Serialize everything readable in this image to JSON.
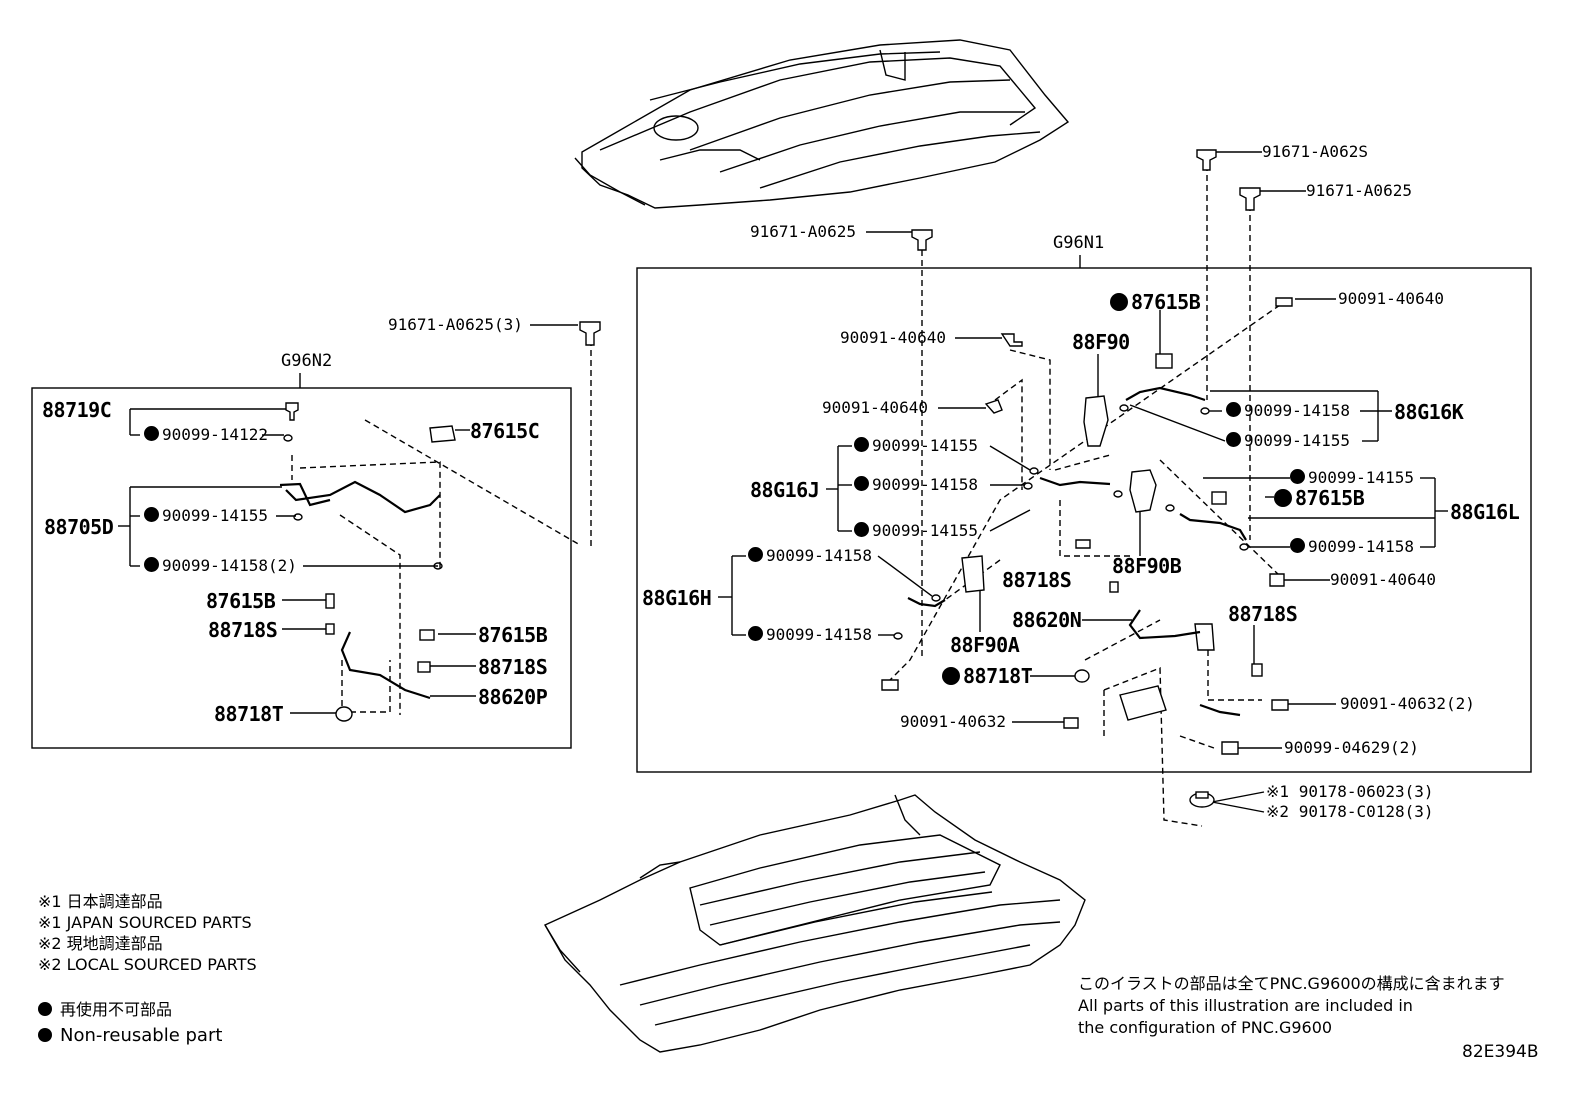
{
  "diagram_id": "82E394B",
  "group_right": {
    "code": "G96N1"
  },
  "group_left": {
    "code": "G96N2"
  },
  "bolts": {
    "top_center": "91671-A0625",
    "top_right_1": "91671-A062S",
    "top_right_2": "91671-A0625",
    "left": "91671-A0625(3)"
  },
  "left_box": {
    "p88719C": "88719C",
    "p90099_14122": "90099-14122",
    "p87615C": "87615C",
    "p88705D": "88705D",
    "p90099_14155": "90099-14155",
    "p90099_14158_2": "90099-14158(2)",
    "p87615B_a": "87615B",
    "p88718S_a": "88718S",
    "p87615B_b": "87615B",
    "p88718S_b": "88718S",
    "p88718T": "88718T",
    "p88620P": "88620P"
  },
  "right_box": {
    "p87615B_top": "87615B",
    "p88F90": "88F90",
    "p90091_40640_a": "90091-40640",
    "p90091_40640_b": "90091-40640",
    "p90091_40640_c": "90091-40640",
    "p90091_40640_d": "90091-40640",
    "p90099_14158_k": "90099-14158",
    "p90099_14155_k": "90099-14155",
    "p88G16K": "88G16K",
    "p90099_14155_j1": "90099-14155",
    "p90099_14158_j": "90099-14158",
    "p90099_14155_j2": "90099-14155",
    "p88G16J": "88G16J",
    "p90099_14155_l": "90099-14155",
    "p87615B_mid": "87615B",
    "p88G16L": "88G16L",
    "p90099_14158_l": "90099-14158",
    "p88F90B": "88F90B",
    "p88718S_mid": "88718S",
    "p90099_14158_h1": "90099-14158",
    "p88G16H": "88G16H",
    "p90099_14158_h2": "90099-14158",
    "p88620N": "88620N",
    "p88718S_right": "88718S",
    "p88F90A": "88F90A",
    "p88718T": "88718T",
    "p90091_40632": "90091-40632",
    "p90091_40632_2": "90091-40632(2)",
    "p90099_04629_2": "90099-04629(2)"
  },
  "nuts": {
    "n1_mark": "※1",
    "n1": "90178-06023(3)",
    "n2_mark": "※2",
    "n2": "90178-C0128(3)"
  },
  "legend": {
    "line1": "※1 日本調達部品",
    "line2": "※1 JAPAN SOURCED PARTS",
    "line3": "※2 現地調達部品",
    "line4": "※2 LOCAL SOURCED PARTS",
    "nonreuse_jp": "再使用不可部品",
    "nonreuse_en": "Non-reusable part"
  },
  "footnote": {
    "jp": "このイラストの部品は全てPNC.G9600の構成に含まれます",
    "en1": "All parts of this illustration are included in",
    "en2": "the configuration of PNC.G9600"
  }
}
